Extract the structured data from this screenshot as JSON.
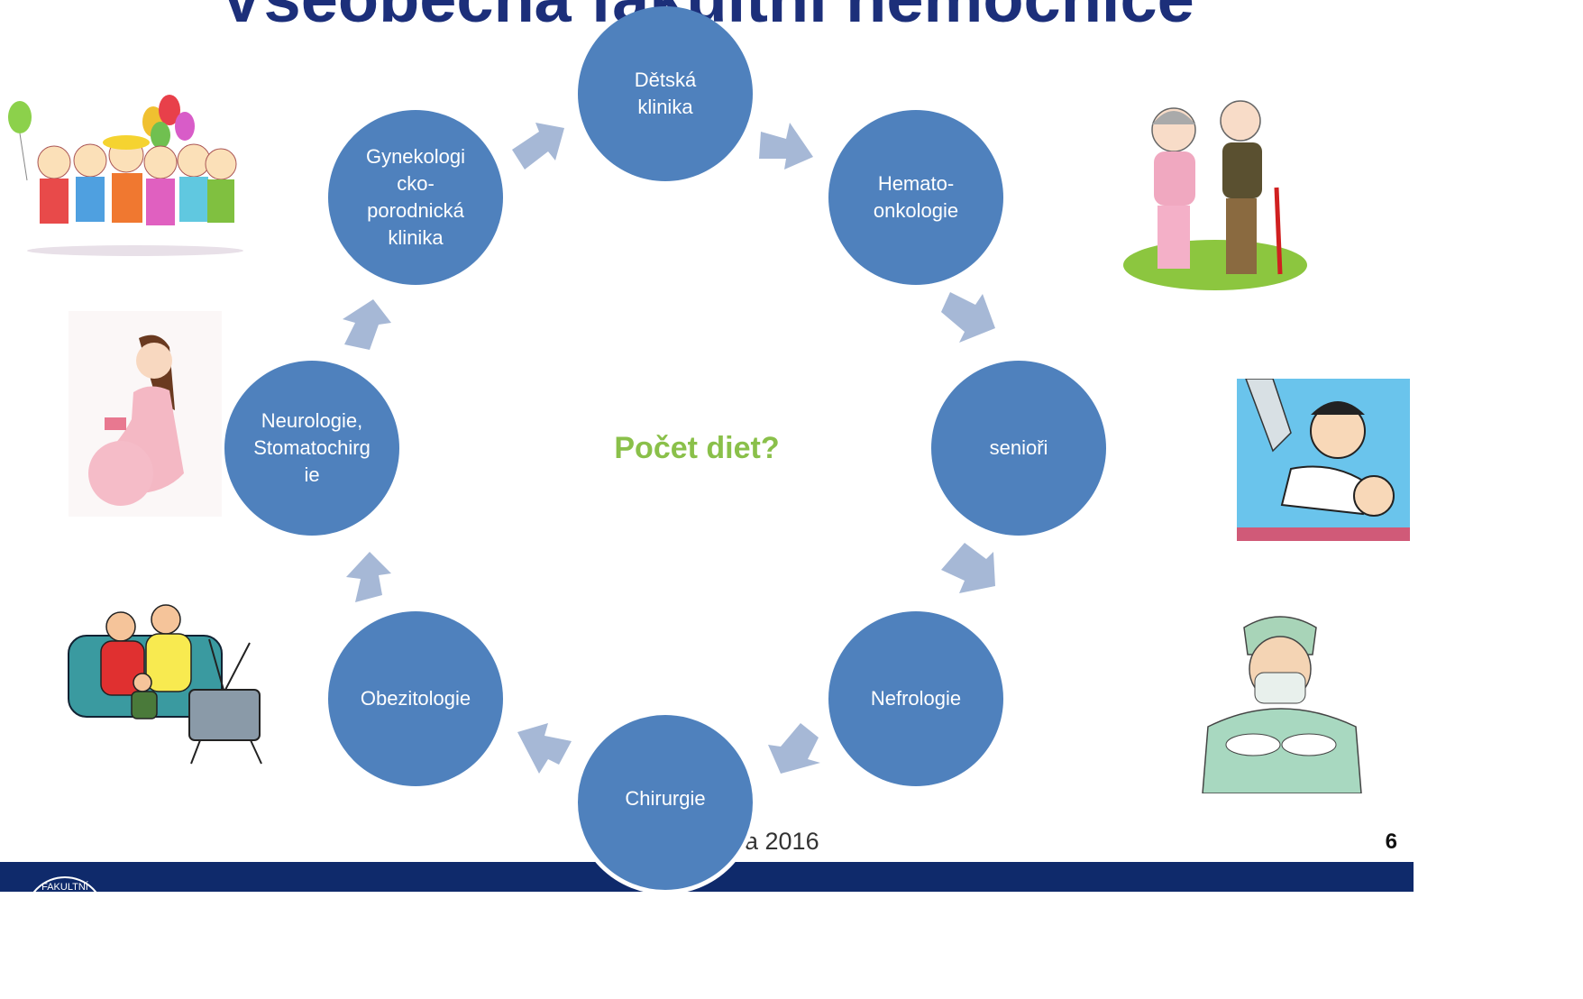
{
  "slide": {
    "title": "Všeobecná fakultní nemocnice",
    "center_question": "Počet diet?",
    "footer_text": "a 2016",
    "page_number": "6",
    "logo_text": "FAKULTNÍ"
  },
  "nodes": [
    {
      "id": "detska",
      "lines": [
        "Dětská",
        "klinika"
      ]
    },
    {
      "id": "hemato",
      "lines": [
        "Hemato-",
        "onkologie"
      ]
    },
    {
      "id": "seniori",
      "lines": [
        "senioři"
      ]
    },
    {
      "id": "nefro",
      "lines": [
        "Nefrologie"
      ]
    },
    {
      "id": "chirurgie",
      "lines": [
        "Chirurgie"
      ]
    },
    {
      "id": "obezito",
      "lines": [
        "Obezitologie"
      ]
    },
    {
      "id": "neuro",
      "lines": [
        "Neurologie,",
        "Stomatochirg",
        "ie"
      ]
    },
    {
      "id": "gyneko",
      "lines": [
        "Gynekologi",
        "cko-",
        "porodnická",
        "klinika"
      ]
    }
  ],
  "colors": {
    "circle_fill": "#4f81bd",
    "arrow_fill": "#a6b8d6",
    "title": "#1c2f7a",
    "question": "#8ac04a",
    "footer_bar": "#0f2a6b"
  },
  "illustrations": [
    "children-illustration",
    "pregnant-woman-illustration",
    "family-tv-illustration",
    "seniors-illustration",
    "dentist-illustration",
    "surgeon-illustration"
  ]
}
